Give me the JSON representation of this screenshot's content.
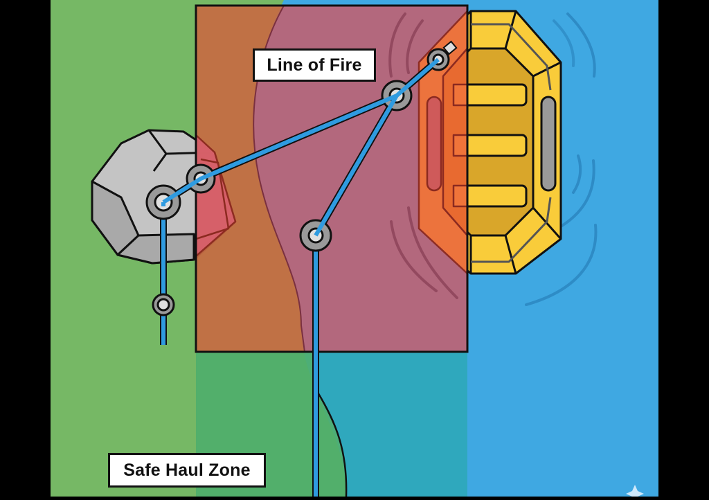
{
  "diagram": {
    "labels": {
      "line_of_fire": "Line of Fire",
      "safe_haul_zone": "Safe Haul Zone"
    },
    "elements": [
      {
        "name": "boulder-anchor",
        "type": "rock",
        "color": "#c4c4c4"
      },
      {
        "name": "raft",
        "type": "inflatable-raft",
        "color": "#f9cc3a"
      },
      {
        "name": "rope-system",
        "type": "mechanical-advantage-rope",
        "color": "#2f9be0"
      },
      {
        "name": "pulleys",
        "count": 5,
        "color": "#9a9a9a"
      }
    ],
    "zones": [
      {
        "name": "line-of-fire-zone",
        "color": "#b3677b",
        "opacity": 0.85
      },
      {
        "name": "safe-haul-zone",
        "color": "#55ad6a"
      }
    ],
    "colors": {
      "bank_green": "#76b865",
      "river_blue": "#3fa8e2",
      "danger_orange": "#c76a42",
      "danger_mauve": "#b3687d",
      "raft_yellow": "#f9cc3a",
      "raft_floor": "#d9a62a",
      "rope_blue": "#2f9be0",
      "outline": "#111111"
    }
  }
}
